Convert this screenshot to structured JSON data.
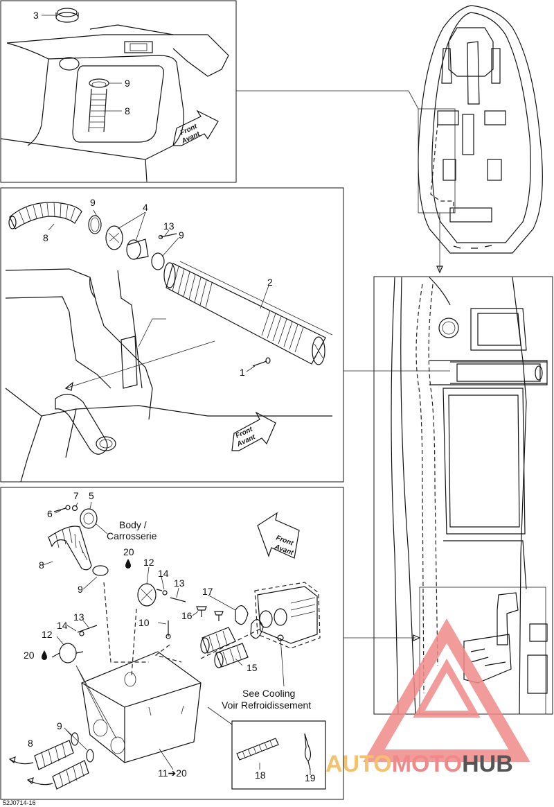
{
  "callouts": {
    "top": {
      "c3": "3",
      "c9": "9",
      "c8": "8",
      "front1": "Front",
      "avant1": "Avant"
    },
    "middle": {
      "c9a": "9",
      "c4": "4",
      "c8": "8",
      "c13": "13",
      "c9b": "9",
      "c2": "2",
      "c1": "1",
      "front2": "Front",
      "avant2": "Avant"
    },
    "bottom": {
      "c7": "7",
      "c5": "5",
      "c6": "6",
      "body1": "Body /",
      "body2": "Carrosserie",
      "c20a": "20",
      "c12a": "12",
      "c8a": "8",
      "c14a": "14",
      "c13a": "13",
      "c9a": "9",
      "c17": "17",
      "c16": "16",
      "c10": "10",
      "c14b": "14",
      "c13b": "13",
      "c12b": "12",
      "c20b": "20",
      "c15": "15",
      "see1": "See Cooling",
      "see2": "Voir Refroidissement",
      "c9b": "9",
      "c8b": "8",
      "c18": "18",
      "c19": "19",
      "c11": "11➔20",
      "front3": "Front",
      "avant3": "Avant"
    }
  },
  "diagram_code": "52J0714-16",
  "watermark": {
    "part1": "AUTO",
    "part2": "MOTO",
    "part3": "HUB",
    "color1": "#f5c16c",
    "color2": "#f08a8a",
    "color3": "#555555"
  }
}
